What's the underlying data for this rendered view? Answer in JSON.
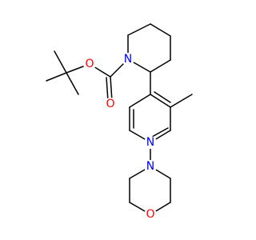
{
  "labels": {
    "O1": "O",
    "O2": "O",
    "N1": "N",
    "N2": "N",
    "N3": "N",
    "O3": "O"
  },
  "colors": {
    "bond": "#000000",
    "oxygen": "#ff0000",
    "nitrogen": "#0000ff"
  }
}
